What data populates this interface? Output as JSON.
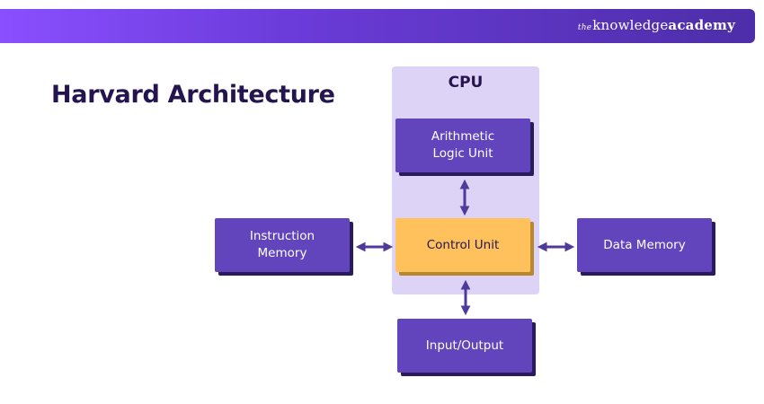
{
  "brand": {
    "prefix": "the",
    "part1": "knowledge",
    "part2": "academy"
  },
  "title": "Harvard Architecture",
  "cpu": {
    "label": "CPU"
  },
  "blocks": {
    "alu": "Arithmetic\nLogic Unit",
    "control_unit": "Control Unit",
    "instruction_memory": "Instruction\nMemory",
    "data_memory": "Data Memory",
    "input_output": "Input/Output"
  },
  "colors": {
    "banner_start": "#8a4fff",
    "banner_end": "#4d2ea8",
    "block_purple": "#6244bc",
    "block_yellow": "#ffc15c",
    "cpu_panel": "#ddd3f7",
    "arrow": "#4d3a9b",
    "title": "#24154f"
  }
}
